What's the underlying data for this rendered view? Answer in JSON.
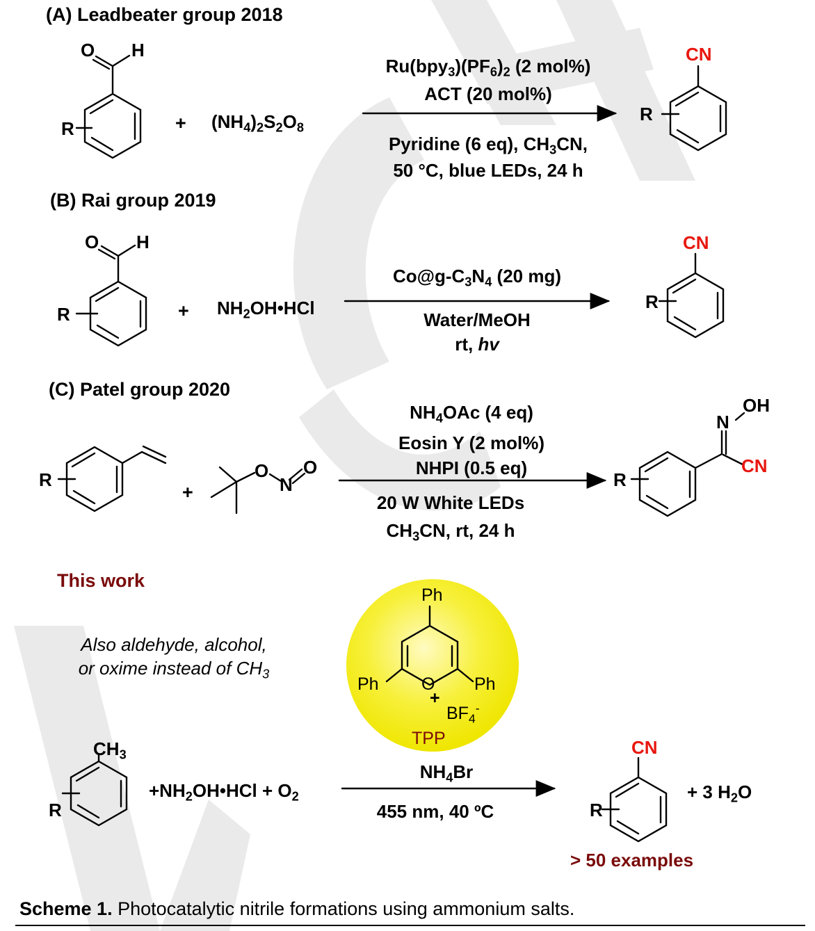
{
  "watermark": {
    "text": "VCH",
    "color": "#d9d9d9"
  },
  "colors": {
    "accent_red": "#e8170f",
    "dark_red": "#7a0a0a",
    "catalyst_yellow": "#f5f01a"
  },
  "scheme_a": {
    "title": "(A) Leadbeater group 2018",
    "sm_labels": {
      "o": "O",
      "h": "H",
      "r": "R"
    },
    "plus": "+",
    "reagent": {
      "pre": "(NH",
      "s1": "4",
      "mid": ")",
      "s2": "2",
      "s": "S",
      "s3": "2",
      "o": "O",
      "s4": "8"
    },
    "cond_top1": {
      "pre": "Ru(bpy",
      "s1": "3",
      "mid": ")(PF",
      "s2": "6",
      "mid2": ")",
      "s3": "2",
      "post": " (2 mol%)"
    },
    "cond_top2": "ACT (20 mol%)",
    "cond_bot1": {
      "pre": "Pyridine (6 eq), CH",
      "s1": "3",
      "post": "CN,"
    },
    "cond_bot2": "50 °C, blue LEDs, 24 h",
    "product_labels": {
      "cn": "CN",
      "r": "R"
    }
  },
  "scheme_b": {
    "title": "(B) Rai group 2019",
    "sm_labels": {
      "o": "O",
      "h": "H",
      "r": "R"
    },
    "plus": "+",
    "reagent": {
      "pre": "NH",
      "s1": "2",
      "post": "OH•HCl"
    },
    "cond_top": {
      "pre": "Co@g-C",
      "s1": "3",
      "mid": "N",
      "s2": "4",
      "post": " (20 mg)"
    },
    "cond_bot1": "Water/MeOH",
    "cond_bot2_pre": "rt, ",
    "cond_bot2_ital": "hv",
    "product_labels": {
      "cn": "CN",
      "r": "R"
    }
  },
  "scheme_c": {
    "title": "(C) Patel group 2020",
    "sm_labels": {
      "r": "R"
    },
    "plus": "+",
    "nitrite_labels": {
      "o1": "O",
      "n": "N",
      "o2": "O"
    },
    "cond_top1": {
      "pre": "NH",
      "s1": "4",
      "post": "OAc (4 eq)"
    },
    "cond_top2": "Eosin Y (2 mol%)",
    "cond_top3": "NHPI (0.5 eq)",
    "cond_bot1": "20 W White LEDs",
    "cond_bot2": {
      "pre": "CH",
      "s1": "3",
      "post": "CN, rt, 24 h"
    },
    "product_labels": {
      "n": "N",
      "oh": "OH",
      "cn": "CN",
      "r": "R"
    }
  },
  "this_work": {
    "title": "This work",
    "note_line1": "Also aldehyde, alcohol,",
    "note_line2_pre": "or oxime instead of CH",
    "note_line2_sub": "3",
    "catalyst": {
      "ph_top": "Ph",
      "ph_left": "Ph",
      "ph_right": "Ph",
      "o": "O",
      "plus": "+",
      "bf": "BF",
      "bf_sub": "4",
      "bf_sup": "-",
      "name": "TPP"
    },
    "sm_labels": {
      "ch3_pre": "CH",
      "ch3_sub": "3",
      "r": "R"
    },
    "reagents": {
      "pre": "+NH",
      "s1": "2",
      "mid": "OH•HCl + O",
      "s2": "2"
    },
    "cond_top": {
      "pre": "NH",
      "s1": "4",
      "post": "Br"
    },
    "cond_bot": "455 nm, 40 ºC",
    "product_labels": {
      "cn": "CN",
      "r": "R"
    },
    "byproduct": {
      "pre": "+ 3 H",
      "s1": "2",
      "post": "O"
    },
    "examples": "> 50 examples"
  },
  "caption": {
    "label": "Scheme 1.",
    "text": " Photocatalytic nitrile formations using ammonium salts."
  }
}
